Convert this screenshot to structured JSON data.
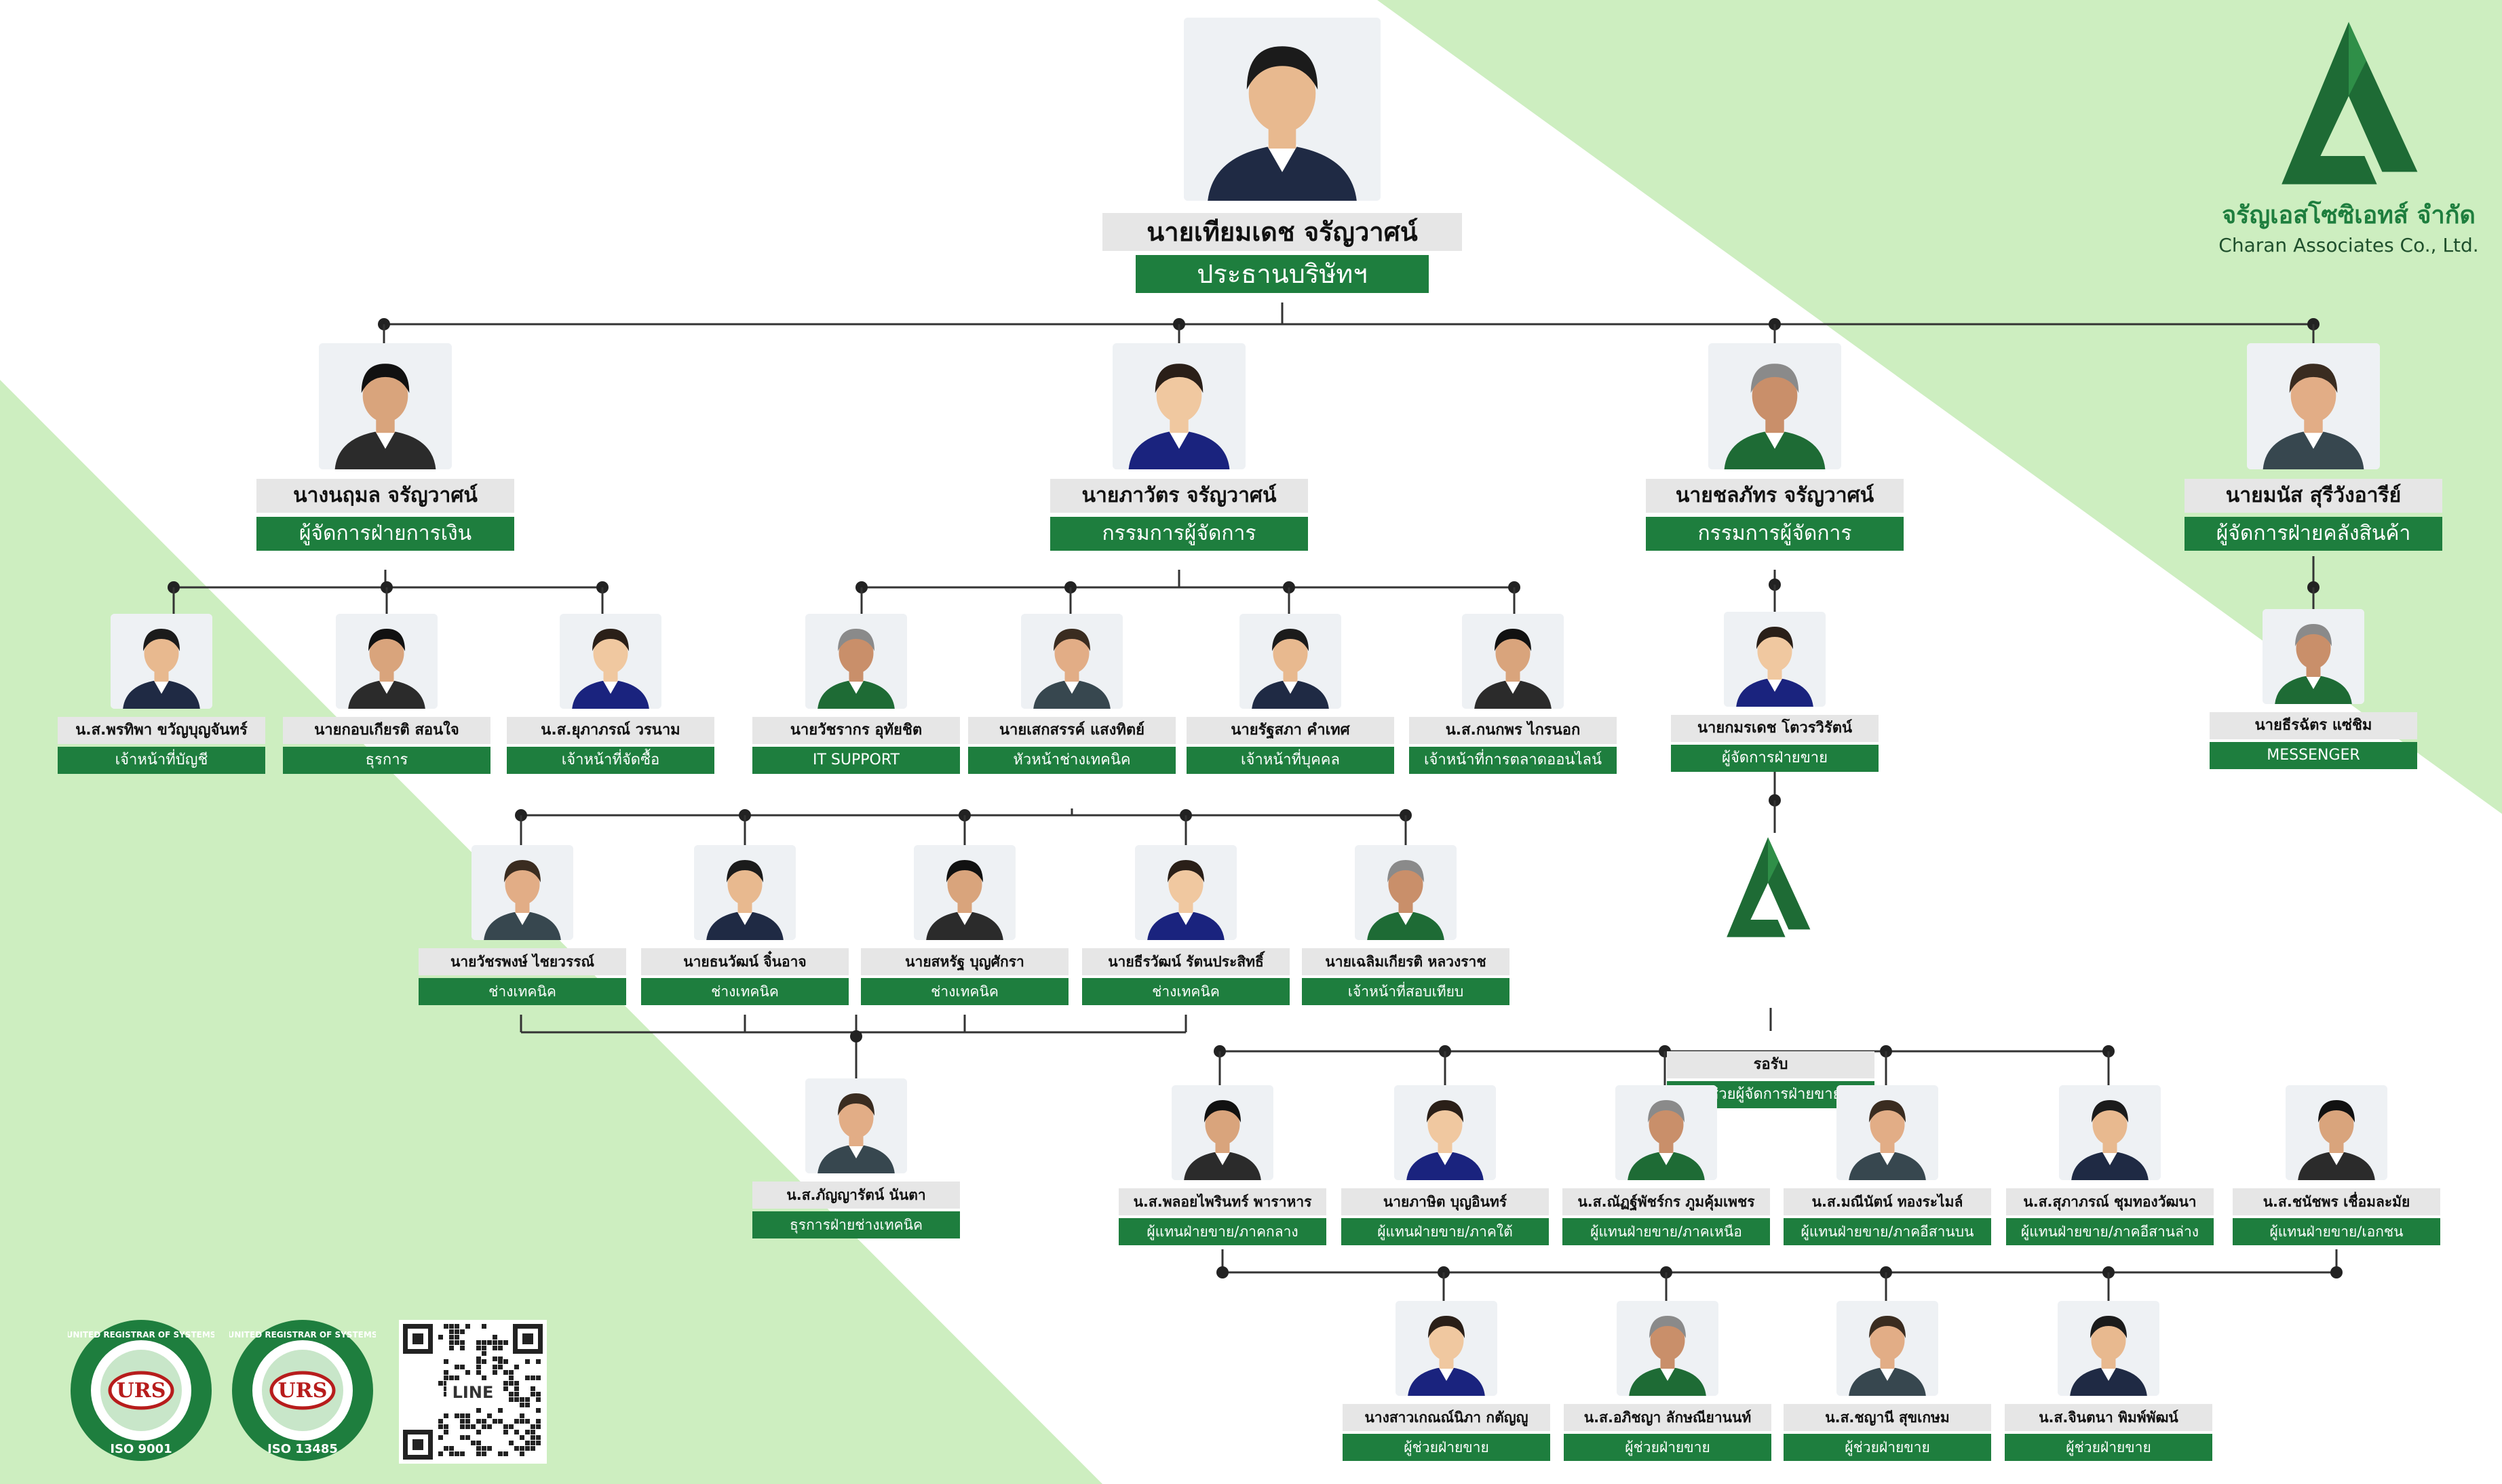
{
  "colors": {
    "accent": "#1e7e3e",
    "label_bg": "#e6e6e6",
    "background_band": "#cdeec0",
    "line": "#333333"
  },
  "brand": {
    "name_th": "จรัญเอสโซซิเอทส์ จำกัด",
    "name_en": "Charan Associates Co., Ltd.",
    "icon": "charan-a-logo-icon"
  },
  "org": {
    "chairman": {
      "name": "นายเทียมเดช จรัญวาศน์",
      "role": "ประธานบริษัทฯ"
    },
    "finance_manager": {
      "name": "นางนฤมล จรัญวาศน์",
      "role": "ผู้จัดการฝ่ายการเงิน"
    },
    "managing_director": {
      "name": "นายภาวัตร จรัญวาศน์",
      "role": "กรรมการผู้จัดการ"
    },
    "sales_director": {
      "name": "นายชลภัทร จรัญวาศน์",
      "role": "กรรมการผู้จัดการ"
    },
    "warehouse_manager": {
      "name": "นายมนัส สุรีวังอารีย์",
      "role": "ผู้จัดการฝ่ายคลังสินค้า"
    },
    "finance_staff": [
      {
        "name": "น.ส.พรทิพา ขวัญบุญจันทร์",
        "role": "เจ้าหน้าที่บัญชี"
      },
      {
        "name": "นายกอบเกียรติ สอนใจ",
        "role": "ธุรการ"
      },
      {
        "name": "น.ส.ยุภาภรณ์ วรนาม",
        "role": "เจ้าหน้าที่จัดซื้อ"
      }
    ],
    "md_staff": [
      {
        "name": "นายวัชรากร อุทัยชิต",
        "role": "IT SUPPORT"
      },
      {
        "name": "นายเสกสรรค์ แสงทิตย์",
        "role": "หัวหน้าช่างเทคนิค"
      },
      {
        "name": "นายรัฐสภา คำเทศ",
        "role": "เจ้าหน้าที่บุคคล"
      },
      {
        "name": "น.ส.กนกพร ไกรนอก",
        "role": "เจ้าหน้าที่การตลาดออนไลน์"
      }
    ],
    "sales_manager": {
      "name": "นายกมรเดช โตวรวิรัตน์",
      "role": "ผู้จัดการฝ่ายขาย"
    },
    "messenger": {
      "name": "นายธีรฉัตร แซ่ชิม",
      "role": "MESSENGER"
    },
    "technicians": [
      {
        "name": "นายวัชรพงษ์ ไชยวรรณ์",
        "role": "ช่างเทคนิค"
      },
      {
        "name": "นายธนวัฒน์ จิ๋นอาจ",
        "role": "ช่างเทคนิค"
      },
      {
        "name": "นายสหรัฐ บุญศักรา",
        "role": "ช่างเทคนิค"
      },
      {
        "name": "นายธีรวัฒน์ รัตนประสิทธิ์",
        "role": "ช่างเทคนิค"
      },
      {
        "name": "นายเฉลิมเกียรติ หลวงราช",
        "role": "เจ้าหน้าที่สอบเทียบ"
      }
    ],
    "tech_admin": {
      "name": "น.ส.ภัญญารัตน์ นันตา",
      "role": "ธุรการฝ่ายช่างเทคนิค"
    },
    "assistant_sales_manager": {
      "name": "รอรับ",
      "role": "ผู้ช่วยผู้จัดการฝ่ายขาย"
    },
    "sales_reps": [
      {
        "name": "น.ส.พลอยไพรินทร์ พาราหาร",
        "role": "ผู้แทนฝ่ายขาย/ภาคกลาง"
      },
      {
        "name": "นายภาษิต บุญอินทร์",
        "role": "ผู้แทนฝ่ายขาย/ภาคใต้"
      },
      {
        "name": "น.ส.ณัฏฐ์พัชร์กร ภูมคุ้มเพชร",
        "role": "ผู้แทนฝ่ายขาย/ภาคเหนือ"
      },
      {
        "name": "น.ส.มณีนัตน์ ทองระไมล์",
        "role": "ผู้แทนฝ่ายขาย/ภาคอีสานบน"
      },
      {
        "name": "น.ส.สุภาภรณ์ ชุมทองวัฒนา",
        "role": "ผู้แทนฝ่ายขาย/ภาคอีสานล่าง"
      },
      {
        "name": "น.ส.ชนัชพร เชื่อมละมัย",
        "role": "ผู้แทนฝ่ายขาย/เอกชน"
      }
    ],
    "sales_assistants": [
      {
        "name": "นางสาวเกณณ์นิภา กตัญญู",
        "role": "ผู้ช่วยฝ่ายขาย"
      },
      {
        "name": "น.ส.อภิชญา ลักษณียานนท์",
        "role": "ผู้ช่วยฝ่ายขาย"
      },
      {
        "name": "น.ส.ชญานี สุขเกษม",
        "role": "ผู้ช่วยฝ่ายขาย"
      },
      {
        "name": "น.ส.จินตนา พิมพ์พัฒน์",
        "role": "ผู้ช่วยฝ่ายขาย"
      }
    ]
  },
  "footer": {
    "certs": [
      {
        "ring_top": "UNITED REGISTRAR OF SYSTEMS",
        "logo": "URS",
        "standard": "ISO 9001"
      },
      {
        "ring_top": "UNITED REGISTRAR OF SYSTEMS",
        "logo": "URS",
        "standard": "ISO 13485"
      }
    ],
    "qr": {
      "label": "LINE",
      "icon": "line-qr-code-icon"
    }
  }
}
